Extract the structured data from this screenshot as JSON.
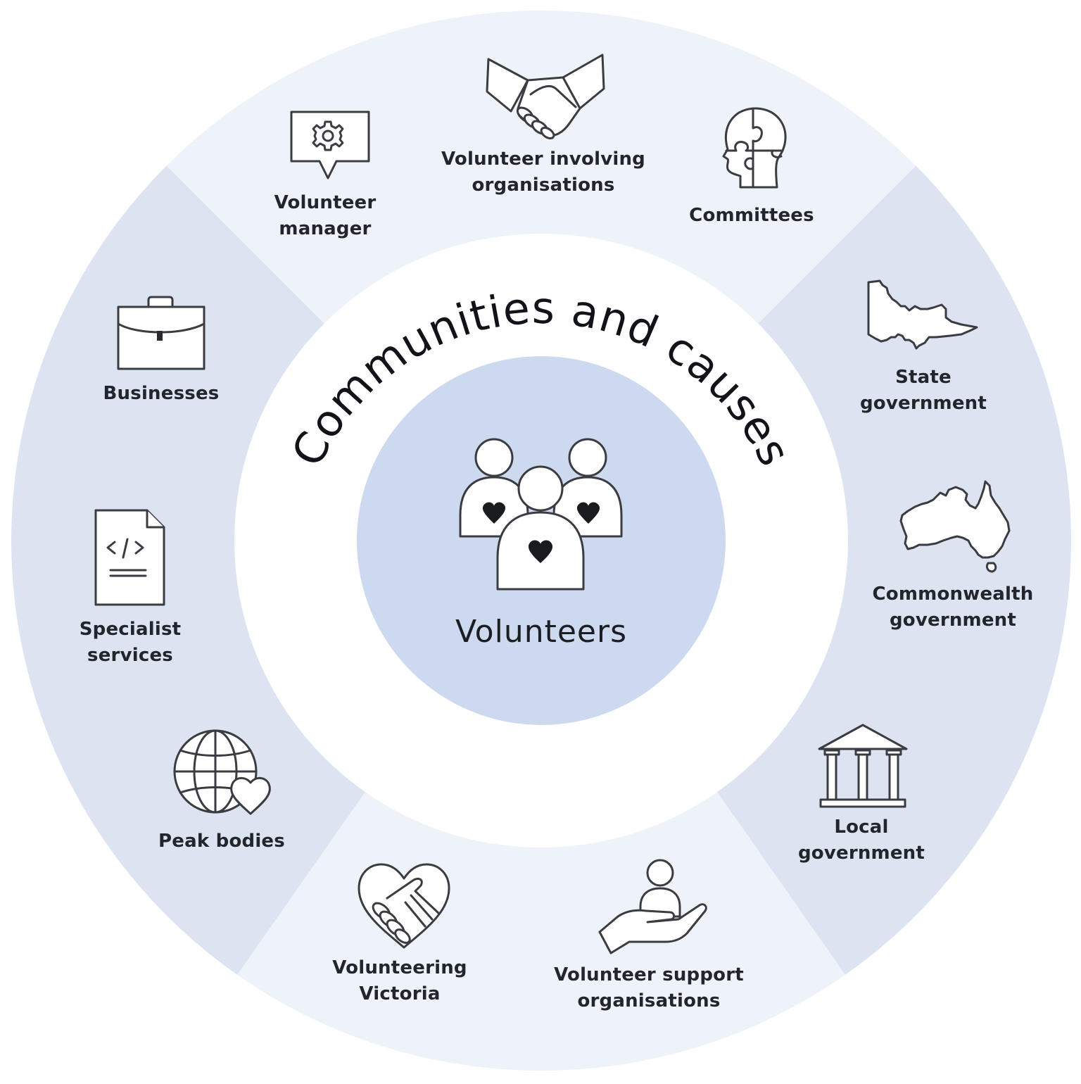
{
  "diagram": {
    "title": "Communities and causes",
    "center": {
      "label": "Volunteers",
      "icon": "three-people-hearts-icon"
    },
    "colors": {
      "background": "#ffffff",
      "segment_light": "#EEF2F9",
      "segment_dark": "#DCE3F1",
      "inner_ring": "#ffffff",
      "center_circle": "#CDD9EF",
      "text": "#23252C",
      "icon_stroke": "#3A3C42"
    },
    "segments": [
      {
        "name": "top",
        "items": [
          {
            "label_lines": [
              "Volunteer",
              "manager"
            ],
            "icon": "gear-speech-bubble-icon"
          },
          {
            "label_lines": [
              "Volunteer involving",
              "organisations"
            ],
            "icon": "handshake-icon"
          },
          {
            "label_lines": [
              "Committees"
            ],
            "icon": "puzzle-head-icon"
          }
        ]
      },
      {
        "name": "right",
        "items": [
          {
            "label_lines": [
              "State",
              "government"
            ],
            "icon": "victoria-map-icon"
          },
          {
            "label_lines": [
              "Commonwealth",
              "government"
            ],
            "icon": "australia-map-icon"
          },
          {
            "label_lines": [
              "Local",
              "government"
            ],
            "icon": "government-building-icon"
          }
        ]
      },
      {
        "name": "bottom",
        "items": [
          {
            "label_lines": [
              "Volunteer support",
              "organisations"
            ],
            "icon": "hand-holding-person-icon"
          },
          {
            "label_lines": [
              "Volunteering",
              "Victoria"
            ],
            "icon": "heart-handshake-icon"
          }
        ]
      },
      {
        "name": "left",
        "items": [
          {
            "label_lines": [
              "Peak bodies"
            ],
            "icon": "globe-heart-icon"
          },
          {
            "label_lines": [
              "Specialist",
              "services"
            ],
            "icon": "code-document-icon"
          },
          {
            "label_lines": [
              "Businesses"
            ],
            "icon": "briefcase-icon"
          }
        ]
      }
    ]
  }
}
